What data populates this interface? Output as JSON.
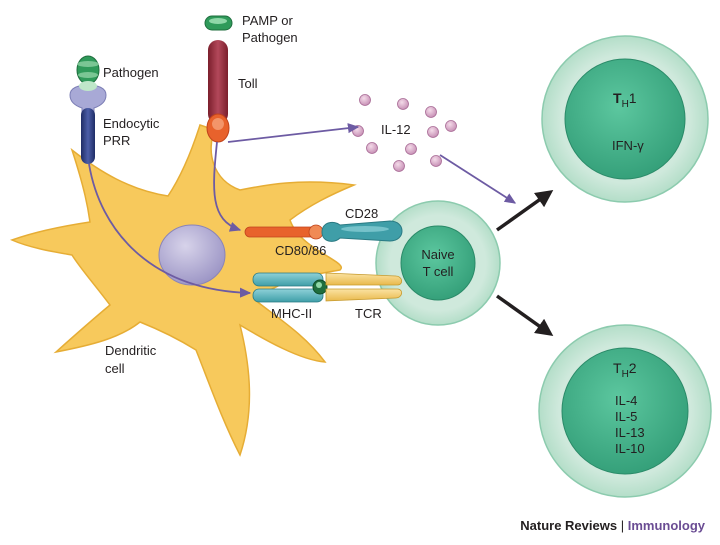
{
  "labels": {
    "pamp_line1": "PAMP or",
    "pamp_line2": "Pathogen",
    "toll": "Toll",
    "pathogen": "Pathogen",
    "endocytic_line1": "Endocytic",
    "endocytic_line2": "PRR",
    "il12": "IL-12",
    "cd28": "CD28",
    "cd80_86": "CD80/86",
    "mhc2": "MHC-II",
    "tcr": "TCR",
    "dendritic_line1": "Dendritic",
    "dendritic_line2": "cell",
    "naive_line1": "Naive",
    "naive_line2": "T cell"
  },
  "th1": {
    "name_main": "T",
    "name_sub": "H",
    "name_num": "1",
    "cytokines": [
      "IFN-γ"
    ]
  },
  "th2": {
    "name_main": "T",
    "name_sub": "H",
    "name_num": "2",
    "cytokines": [
      "IL-4",
      "IL-5",
      "IL-13",
      "IL-10"
    ]
  },
  "footer": {
    "journal": "Nature Reviews",
    "separator": "|",
    "section": "Immunology"
  },
  "colors": {
    "dendritic_fill": "#f7c95c",
    "nucleus": "#a9a3cc",
    "tcell_outer": "#c6e6d6",
    "tcell_inner": "#3fb08a",
    "arrow_purple": "#6d5ba3",
    "journal_purple": "#6a4c93"
  }
}
